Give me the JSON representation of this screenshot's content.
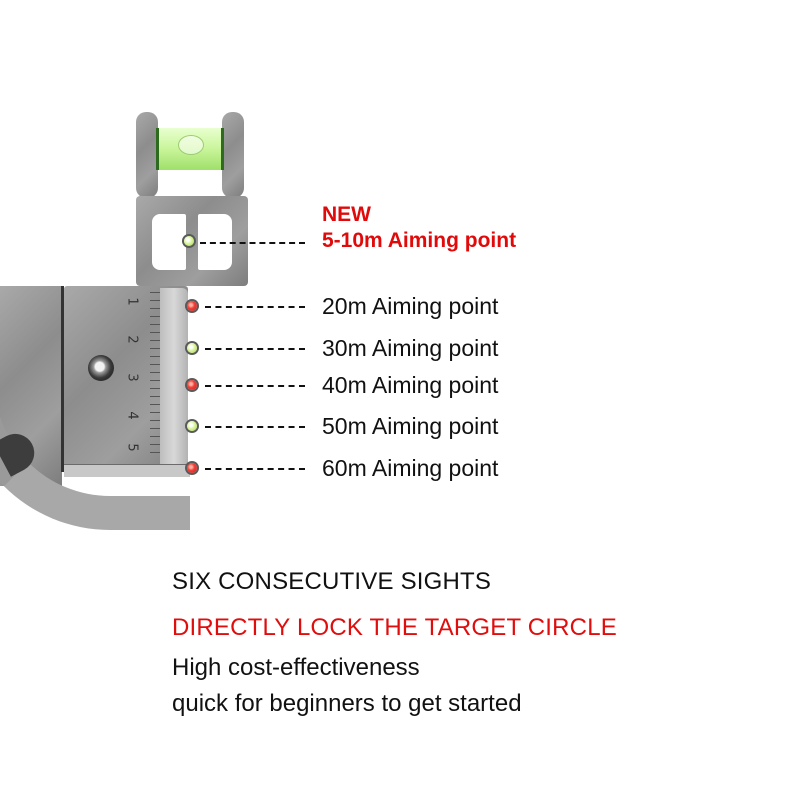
{
  "callouts": {
    "new_badge": "NEW",
    "top_point": "5-10m Aiming point",
    "points": [
      {
        "label": "20m Aiming point",
        "pin_color": "red"
      },
      {
        "label": "30m Aiming point",
        "pin_color": "green"
      },
      {
        "label": "40m Aiming point",
        "pin_color": "red"
      },
      {
        "label": "50m Aiming point",
        "pin_color": "green"
      },
      {
        "label": "60m Aiming point",
        "pin_color": "red"
      }
    ]
  },
  "ruler": {
    "marks": [
      "1",
      "2",
      "3",
      "4",
      "5"
    ]
  },
  "features": {
    "headline": "SIX CONSECUTIVE SIGHTS",
    "subheadline": "DIRECTLY LOCK THE TARGET CIRCLE",
    "line1": "High cost-effectiveness",
    "line2": "quick for beginners to get started"
  },
  "colors": {
    "accent_red": "#e10a0a",
    "text": "#111111",
    "pin_red": "#f0413a",
    "pin_green": "#c9f08a"
  }
}
